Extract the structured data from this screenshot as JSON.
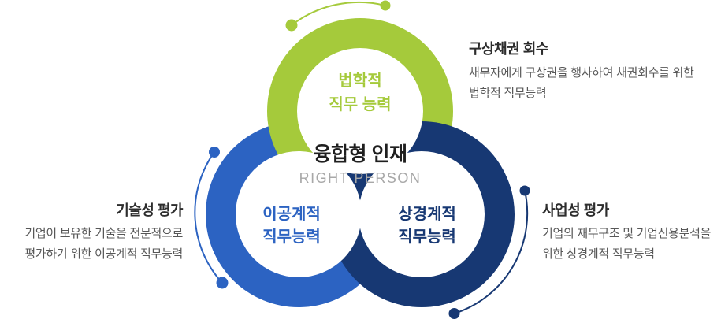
{
  "diagram": {
    "colors": {
      "green": "#a5ca3b",
      "blue": "#2c63c2",
      "navy": "#173873",
      "white": "#ffffff",
      "center_title": "#1f1f1f",
      "center_subtitle": "#a8a8a8",
      "annotation_title": "#2d2d2d",
      "annotation_body": "#575757"
    },
    "center": {
      "title": "융합형 인재",
      "subtitle": "RIGHT PERSON"
    },
    "circles": {
      "legal": {
        "line1": "법학적",
        "line2": "직무 능력"
      },
      "engineering": {
        "line1": "이공계적",
        "line2": "직무능력"
      },
      "commerce": {
        "line1": "상경계적",
        "line2": "직무능력"
      }
    },
    "annotations": {
      "recovery": {
        "title": "구상채권 회수",
        "line1": "채무자에게 구상권을 행사하여 채권회수를 위한",
        "line2": "법학적 직무능력"
      },
      "technical": {
        "title": "기술성 평가",
        "line1": "기업이 보유한 기술을 전문적으로",
        "line2": "평가하기 위한 이공계적 직무능력"
      },
      "business": {
        "title": "사업성 평가",
        "line1": "기업의 재무구조 및 기업신용분석을",
        "line2": "위한 상경계적 직무능력"
      }
    }
  }
}
